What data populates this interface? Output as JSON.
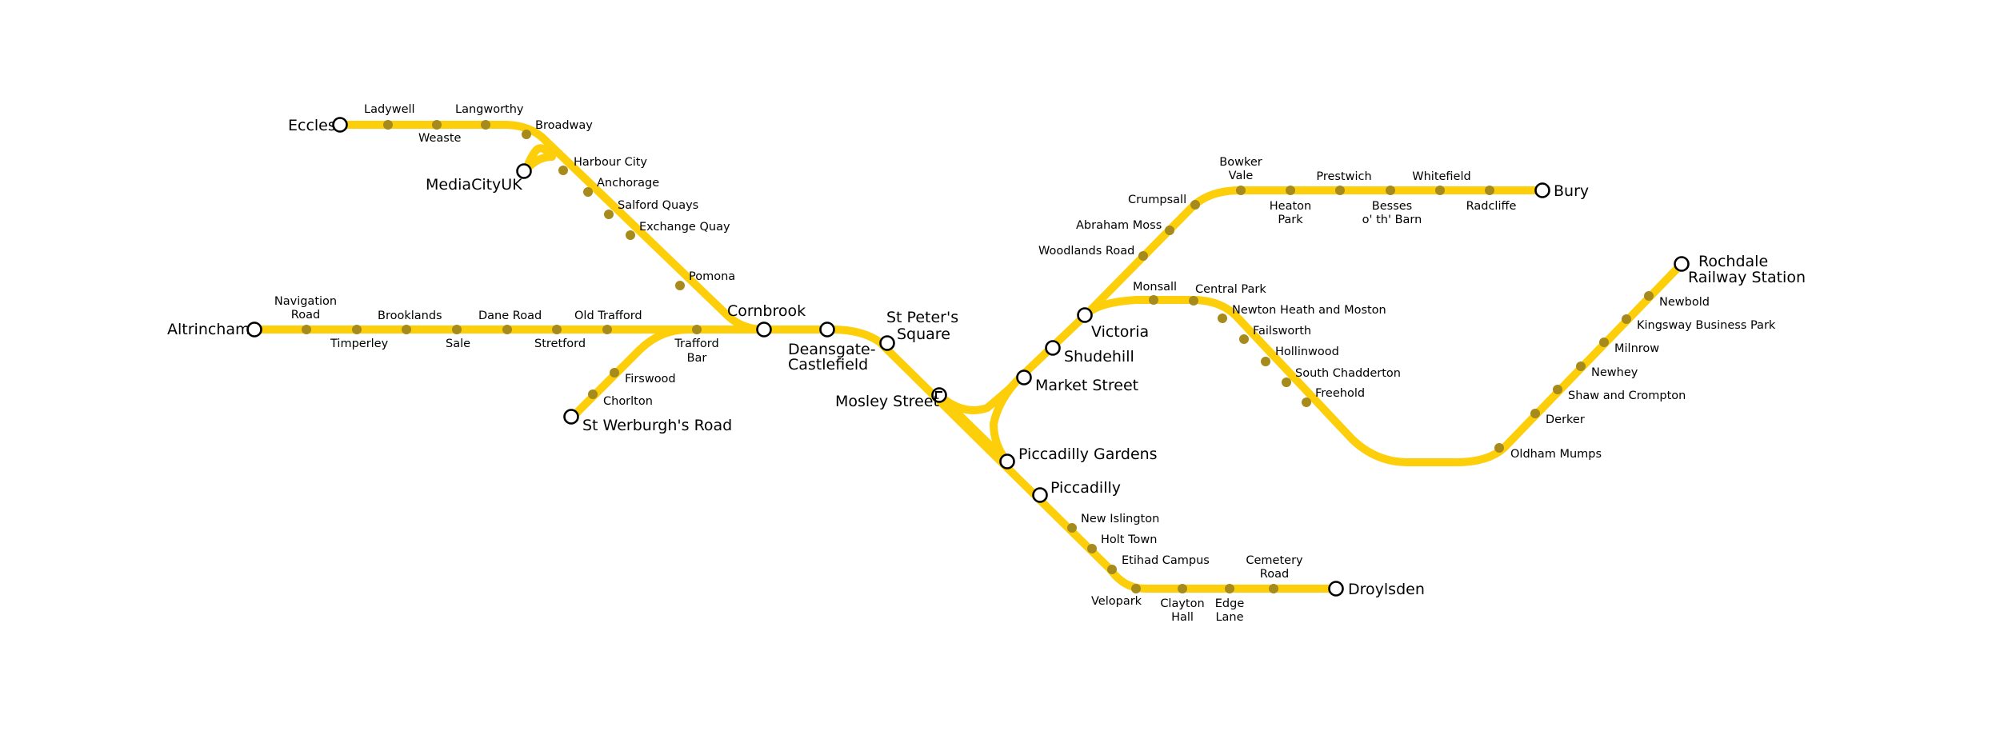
{
  "colors": {
    "line": "#fccf0a",
    "stop": "#a68a1c",
    "interchange_fill": "#ffffff",
    "interchange_stroke": "#000000"
  },
  "stations": {
    "eccles": "Eccles",
    "ladywell": "Ladywell",
    "weaste": "Weaste",
    "langworthy": "Langworthy",
    "broadway": "Broadway",
    "mediacityuk": "MediaCityUK",
    "harbour_city": "Harbour City",
    "anchorage": "Anchorage",
    "salford_quays": "Salford Quays",
    "exchange_quay": "Exchange Quay",
    "pomona": "Pomona",
    "altrincham": "Altrincham",
    "navigation_road": [
      "Navigation",
      "Road"
    ],
    "timperley": "Timperley",
    "brooklands": "Brooklands",
    "sale": "Sale",
    "dane_road": "Dane Road",
    "stretford": "Stretford",
    "old_trafford": "Old Trafford",
    "trafford_bar": [
      "Trafford",
      "Bar"
    ],
    "firswood": "Firswood",
    "chorlton": "Chorlton",
    "st_werburghs_road": "St Werburgh's Road",
    "cornbrook": "Cornbrook",
    "deansgate_castlefield": [
      "Deansgate-",
      "Castlefield"
    ],
    "st_peters_square": [
      "St Peter's",
      "Square"
    ],
    "mosley_street": "Mosley Street",
    "market_street": "Market Street",
    "shudehill": "Shudehill",
    "victoria": "Victoria",
    "piccadilly_gardens": "Piccadilly Gardens",
    "piccadilly": "Piccadilly",
    "new_islington": "New Islington",
    "holt_town": "Holt Town",
    "etihad_campus": "Etihad Campus",
    "velopark": "Velopark",
    "clayton_hall": [
      "Clayton",
      "Hall"
    ],
    "edge_lane": [
      "Edge",
      "Lane"
    ],
    "cemetery_road": [
      "Cemetery",
      "Road"
    ],
    "droylsden": "Droylsden",
    "woodlands_road": "Woodlands Road",
    "abraham_moss": "Abraham Moss",
    "crumpsall": "Crumpsall",
    "bowker_vale": [
      "Bowker",
      "Vale"
    ],
    "heaton_park": [
      "Heaton",
      "Park"
    ],
    "prestwich": "Prestwich",
    "besses_o_th_barn": [
      "Besses",
      "o' th' Barn"
    ],
    "whitefield": "Whitefield",
    "radcliffe": "Radcliffe",
    "bury": "Bury",
    "monsall": "Monsall",
    "central_park": "Central Park",
    "newton_heath_and_moston": "Newton Heath and Moston",
    "failsworth": "Failsworth",
    "hollinwood": "Hollinwood",
    "south_chadderton": "South Chadderton",
    "freehold": "Freehold",
    "oldham_mumps": "Oldham Mumps",
    "derker": "Derker",
    "shaw_and_crompton": "Shaw and Crompton",
    "newhey": "Newhey",
    "milnrow": "Milnrow",
    "kingsway_business_park": "Kingsway Business Park",
    "newbold": "Newbold",
    "rochdale_railway_station": [
      "Rochdale",
      "Railway Station"
    ]
  }
}
